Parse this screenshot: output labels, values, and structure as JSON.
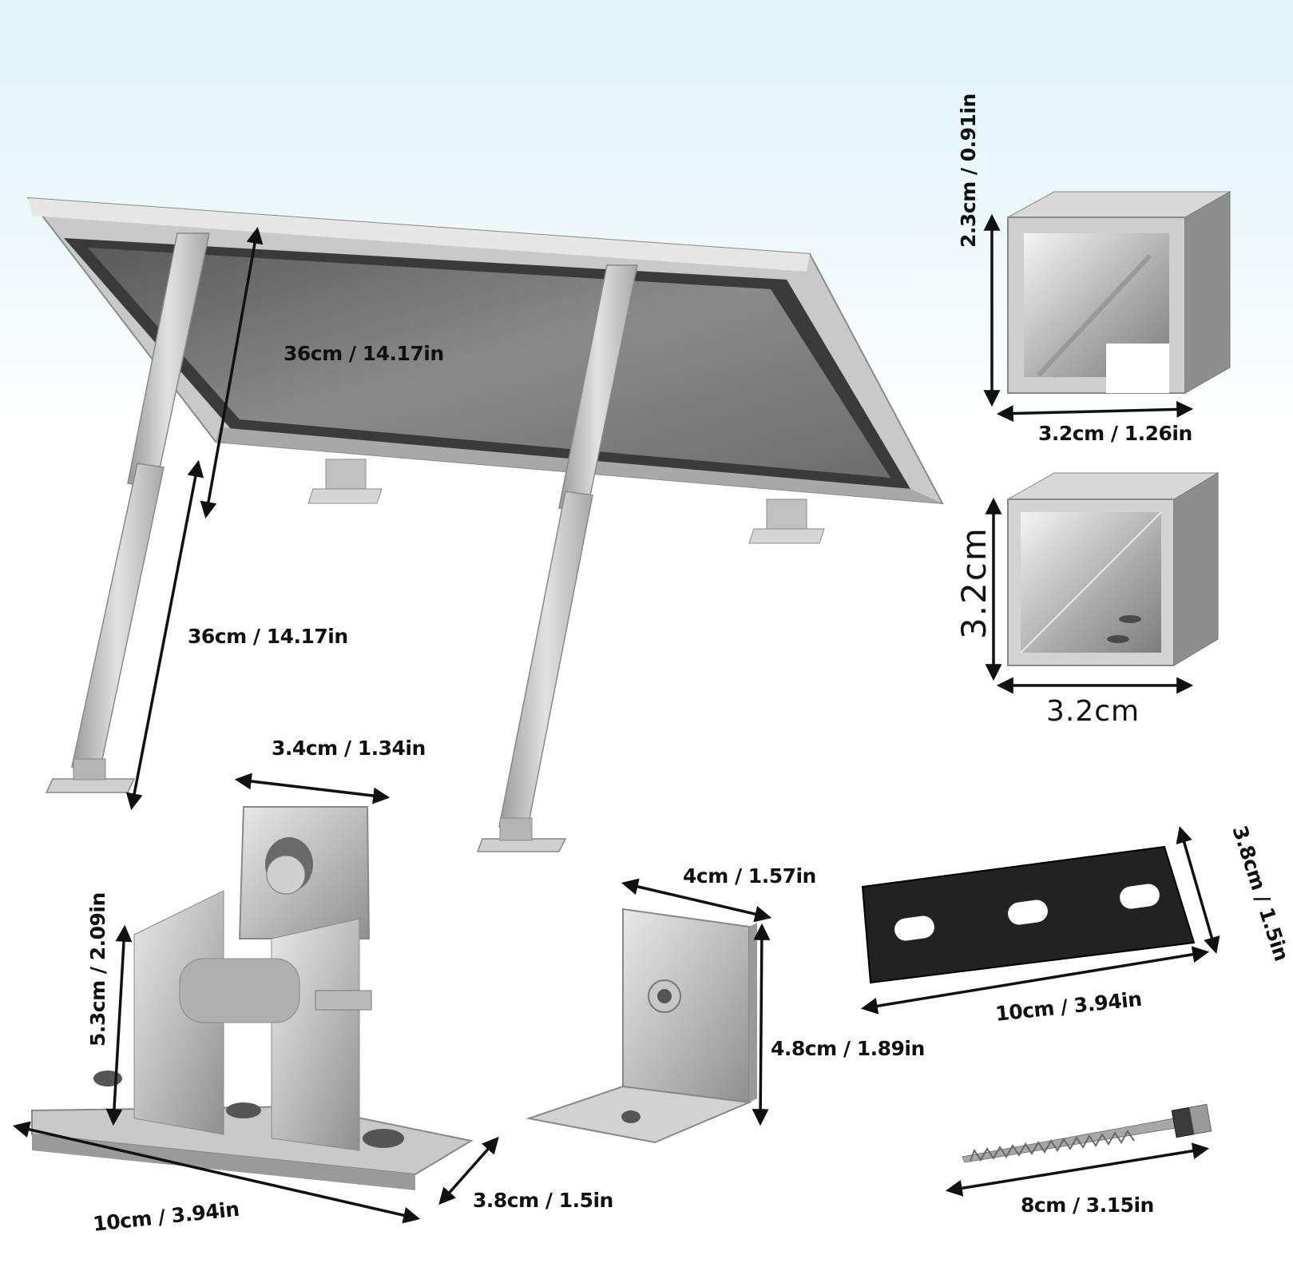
{
  "labels": {
    "panel_width": "36cm / 14.17in",
    "leg_length": "36cm / 14.17in",
    "channel_height": "2.3cm / 0.91in",
    "channel_width": "3.2cm / 1.26in",
    "tube_height": "3.2cm",
    "tube_width": "3.2cm",
    "hinge_top_width": "3.4cm / 1.34in",
    "hinge_height": "5.3cm / 2.09in",
    "hinge_base_length": "10cm / 3.94in",
    "hinge_base_width": "3.8cm / 1.5in",
    "lbracket_width": "4cm / 1.57in",
    "lbracket_height": "4.8cm / 1.89in",
    "plate_length": "10cm / 3.94in",
    "plate_width": "3.8cm / 1.5in",
    "screw_length": "8cm / 3.15in"
  }
}
